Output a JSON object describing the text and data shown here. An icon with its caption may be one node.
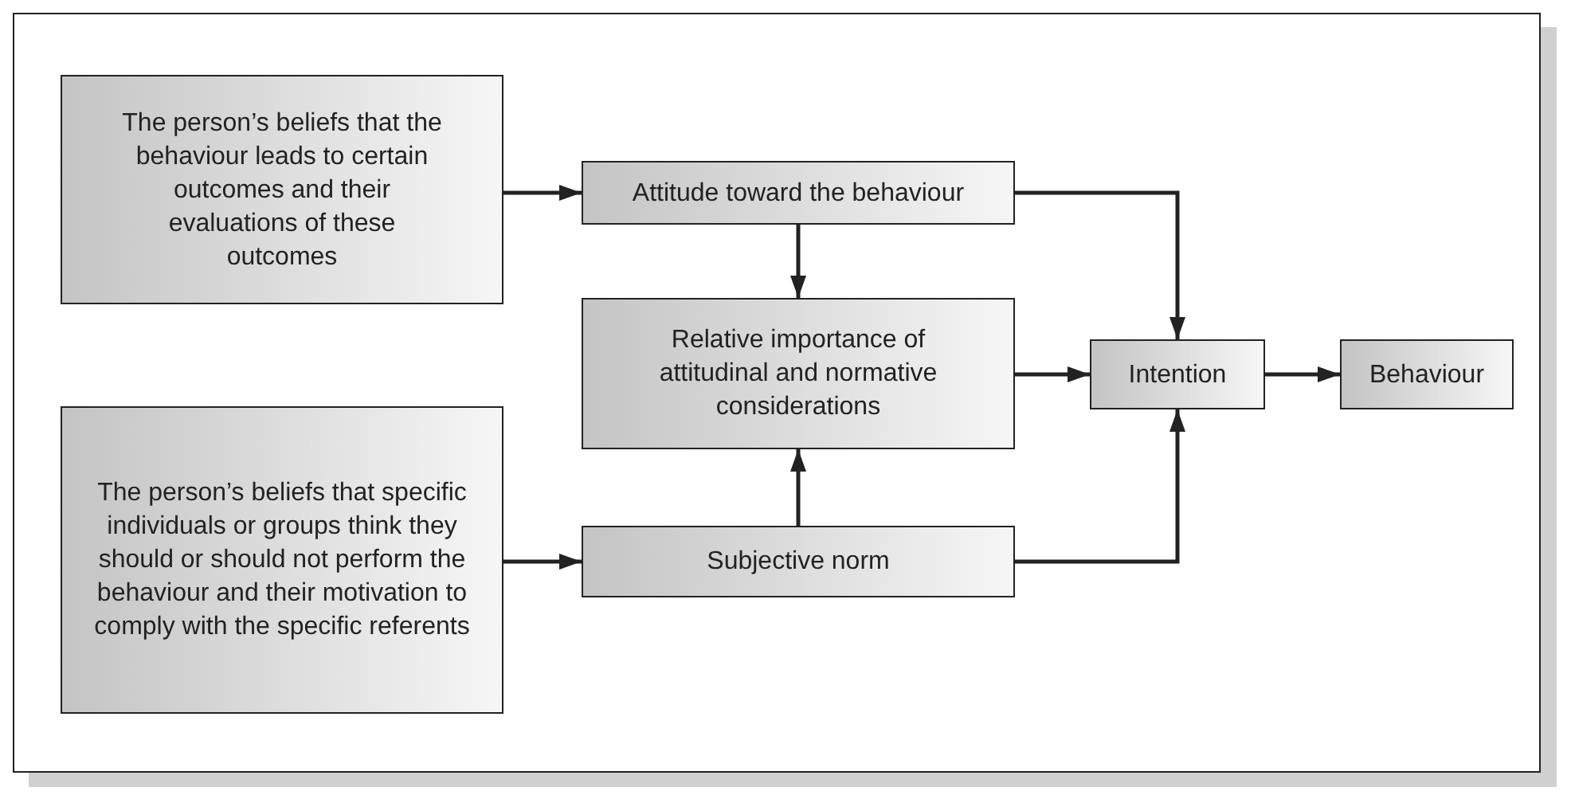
{
  "diagram": {
    "nodes": [
      {
        "text": [
          "The person’s beliefs that the behaviour leads to certain outcomes and their evaluations of these outcomes"
        ]
      },
      {
        "text": [
          "Attitude toward the behaviour"
        ]
      },
      {
        "text": [
          "Relative importance of attitudinal and normative considerations"
        ]
      },
      {
        "text": [
          "Intention"
        ]
      },
      {
        "text": [
          "Behaviour"
        ]
      },
      {
        "text": [
          "The person’s beliefs that specific individuals or groups think they should or should not perform the behaviour and their motivation to comply with the specific referents"
        ]
      },
      {
        "text": [
          "Subjective norm"
        ]
      }
    ],
    "edges": [
      {
        "from": 0,
        "to": 1,
        "arrow": "to"
      },
      {
        "from": 1,
        "to": 2,
        "arrow": "to"
      },
      {
        "from": 1,
        "to": 3,
        "arrow": "to"
      },
      {
        "from": 2,
        "to": 3,
        "arrow": "to"
      },
      {
        "from": 3,
        "to": 4,
        "arrow": "to"
      },
      {
        "from": 5,
        "to": 6,
        "arrow": "to"
      },
      {
        "from": 6,
        "to": 2,
        "arrow": "to"
      },
      {
        "from": 6,
        "to": 3,
        "arrow": "to"
      }
    ]
  }
}
